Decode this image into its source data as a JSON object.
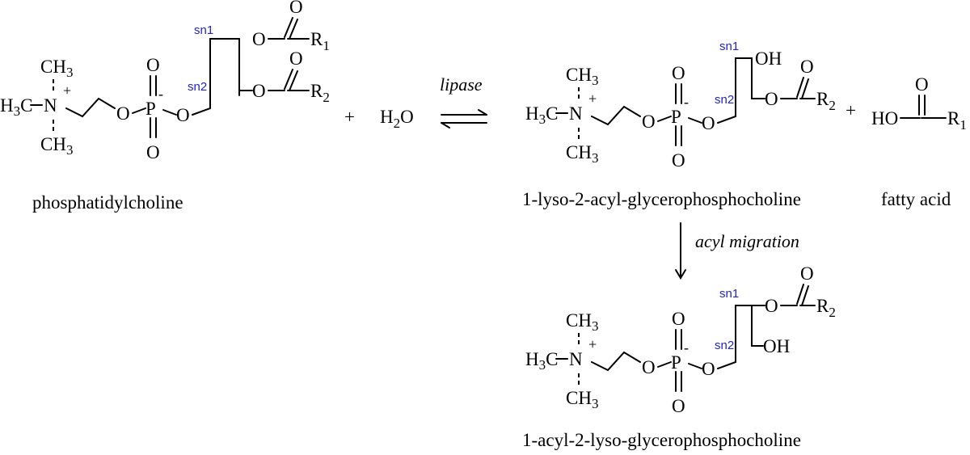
{
  "labels": {
    "pc_name": "phosphatidylcholine",
    "lpc21_name": "1-lyso-2-acyl-glycerophosphocholine",
    "lpc12_name": "1-acyl-2-lyso-glycerophosphocholine",
    "fa_name": "fatty acid",
    "water": "H2O",
    "plus": "+",
    "lipase": "lipase",
    "migration": "acyl migration",
    "sn1": "sn1",
    "sn2": "sn2",
    "hydroxyl": "OH",
    "acid_ho": "HO",
    "r1": "R1",
    "r2": "R2"
  },
  "colors": {
    "sn_label": "#2323cc",
    "ink": "#000000"
  }
}
